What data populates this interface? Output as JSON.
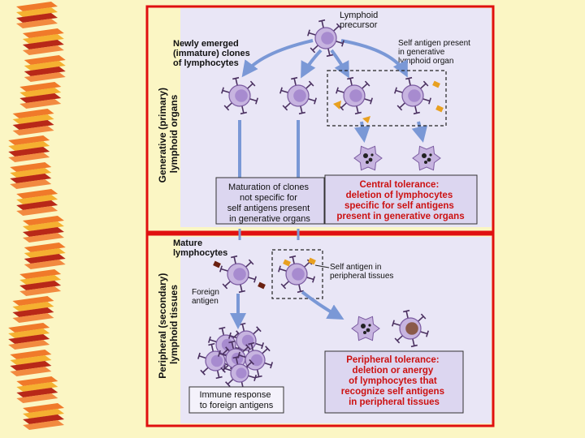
{
  "top_panel": {
    "side_label": [
      "Generative (primary)",
      "lymphoid organs"
    ],
    "precursor_label": [
      "Lymphoid",
      "precursor"
    ],
    "immature_label": [
      "Newly emerged",
      "(immature) clones",
      "of lymphocytes"
    ],
    "self_antigen_label": [
      "Self antigen present",
      "in generative",
      "lymphoid organ"
    ],
    "maturation_box": [
      "Maturation of clones",
      "not specific for",
      "self antigens present",
      "in generative organs"
    ],
    "central_box": [
      "Central tolerance:",
      "deletion of lymphocytes",
      "specific for self antigens",
      "present in generative organs"
    ]
  },
  "bottom_panel": {
    "side_label": [
      "Peripheral (secondary)",
      "lymphoid tissues"
    ],
    "mature_label": [
      "Mature",
      "lymphocytes"
    ],
    "foreign_label": [
      "Foreign",
      "antigen"
    ],
    "self_peripheral_label": [
      "Self antigen in",
      "peripheral tissues"
    ],
    "immune_box": [
      "Immune response",
      "to foreign antigens"
    ],
    "peripheral_box": [
      "Peripheral tolerance:",
      "deletion or anergy",
      "of lymphocytes that",
      "recognize self antigens",
      "in peripheral tissues"
    ]
  },
  "colors": {
    "background": "#fbf6c4",
    "frame_red": "#e01010",
    "arrow_blue": "#7a98d6",
    "cell_lilac": "#c7b4e0",
    "nucleus": "#a78bcf",
    "box_fill": "#dcd6f0",
    "panel_fill": "#e9e6f6",
    "antigen_orange": "#e8a020",
    "foreign_brown": "#6a2010",
    "tolerance_red": "#cc1111"
  }
}
